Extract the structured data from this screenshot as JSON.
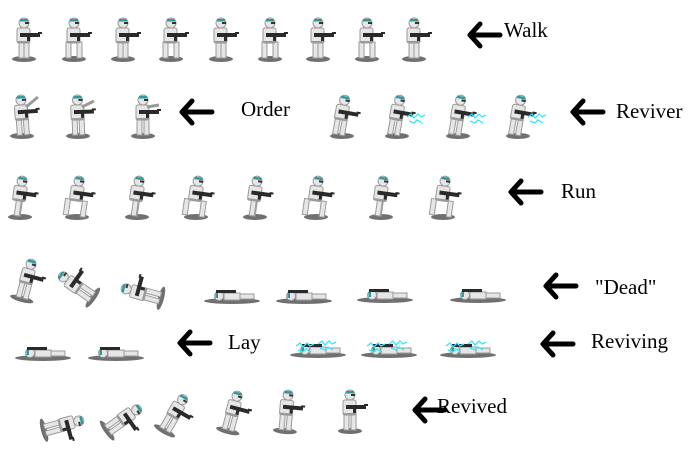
{
  "sheet": {
    "labels": {
      "walk": "Walk",
      "order": "Order",
      "reviver": "Reviver",
      "run": "Run",
      "dead": "\"Dead\"",
      "lay": "Lay",
      "reviving": "Reviving",
      "revived": "Revived"
    },
    "colors": {
      "background": "#ffffff",
      "armor": "#e6e6e6",
      "armor_shade": "#9a9a9a",
      "visor": "#2c9aa0",
      "weapon": "#2a2a2a",
      "shadow": "#707070",
      "lightning": "#33e6ff",
      "arrow": "#000000",
      "text": "#000000"
    },
    "rows": [
      {
        "name": "walk",
        "frames": 9
      },
      {
        "name": "order",
        "frames": 3
      },
      {
        "name": "reviver",
        "frames": 4
      },
      {
        "name": "run",
        "frames": 8
      },
      {
        "name": "dead",
        "frames": 7
      },
      {
        "name": "lay",
        "frames": 2
      },
      {
        "name": "reviving",
        "frames": 3
      },
      {
        "name": "revived",
        "frames": 6
      }
    ]
  }
}
